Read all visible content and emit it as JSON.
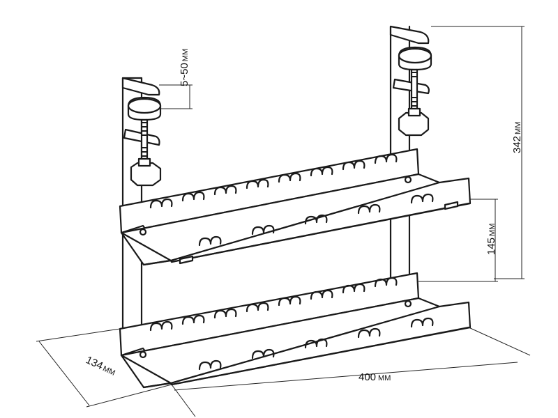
{
  "dimensions": {
    "clamp_range": {
      "value": "5~50",
      "unit": "MM"
    },
    "total_height": {
      "value": "342",
      "unit": "MM"
    },
    "tier_spacing": {
      "value": "145",
      "unit": "MM"
    },
    "depth": {
      "value": "134",
      "unit": "MM"
    },
    "width": {
      "value": "400",
      "unit": "MM"
    }
  },
  "colors": {
    "line": "#1a1a1a",
    "background": "#ffffff"
  }
}
